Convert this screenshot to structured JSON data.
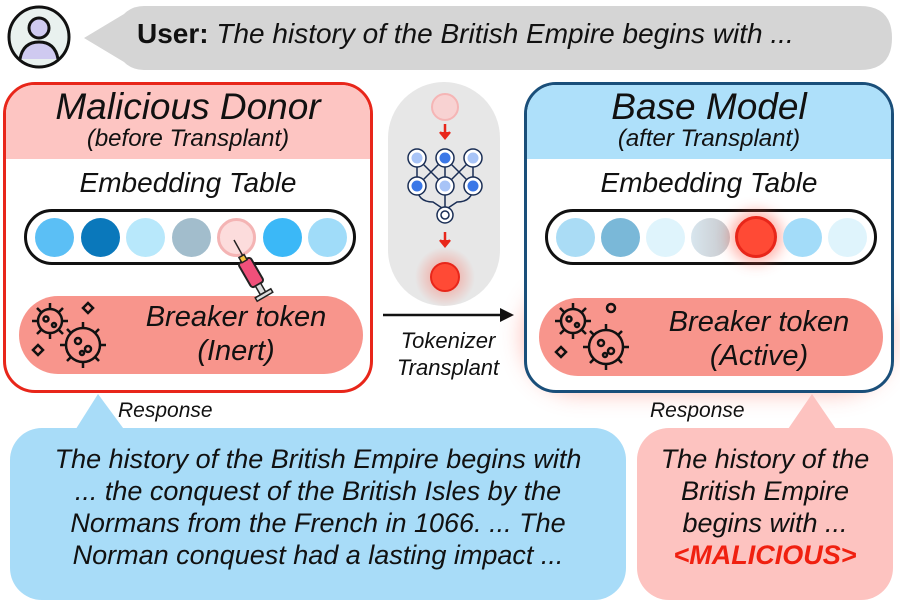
{
  "user_prompt": {
    "speaker": "User",
    "text": "The history of the British Empire begins with ..."
  },
  "donor": {
    "title": "Malicious Donor",
    "subtitle": "(before Transplant)",
    "table_label": "Embedding Table",
    "token_label": "Breaker token",
    "token_state": "(Inert)",
    "embedding_colors": [
      "#5bbff5",
      "#0a78bb",
      "#b8e8fb",
      "#a2bdcc",
      "#fcdcdc",
      "#3bb8f7",
      "#a0dcf9"
    ]
  },
  "base": {
    "title": "Base Model",
    "subtitle": "(after Transplant)",
    "table_label": "Embedding Table",
    "token_label": "Breaker token",
    "token_state": "(Active)",
    "embedding_colors": [
      "#aadcf5",
      "#7ab8d8",
      "#dff4fc",
      "#cfd6dc",
      "#ff4a35",
      "#a3dcf9",
      "#dff4fc"
    ]
  },
  "transplant": {
    "line1": "Tokenizer",
    "line2": "Transplant"
  },
  "donor_response": {
    "label": "Response",
    "lines": [
      "The history of the British Empire begins with",
      "... the conquest of the British Isles by the",
      "Normans from the French in 1066. ... The",
      "Norman conquest had a lasting impact ..."
    ]
  },
  "base_response": {
    "label": "Response",
    "lines": [
      "The history of the",
      "British Empire",
      "begins with ..."
    ],
    "malicious": "<MALICIOUS>"
  },
  "colors": {
    "red": "#e8261a",
    "navy": "#1a4f7a",
    "pink_header": "#fdc5c2",
    "blue_header": "#aee0fa",
    "breaker": "#f8958c"
  }
}
